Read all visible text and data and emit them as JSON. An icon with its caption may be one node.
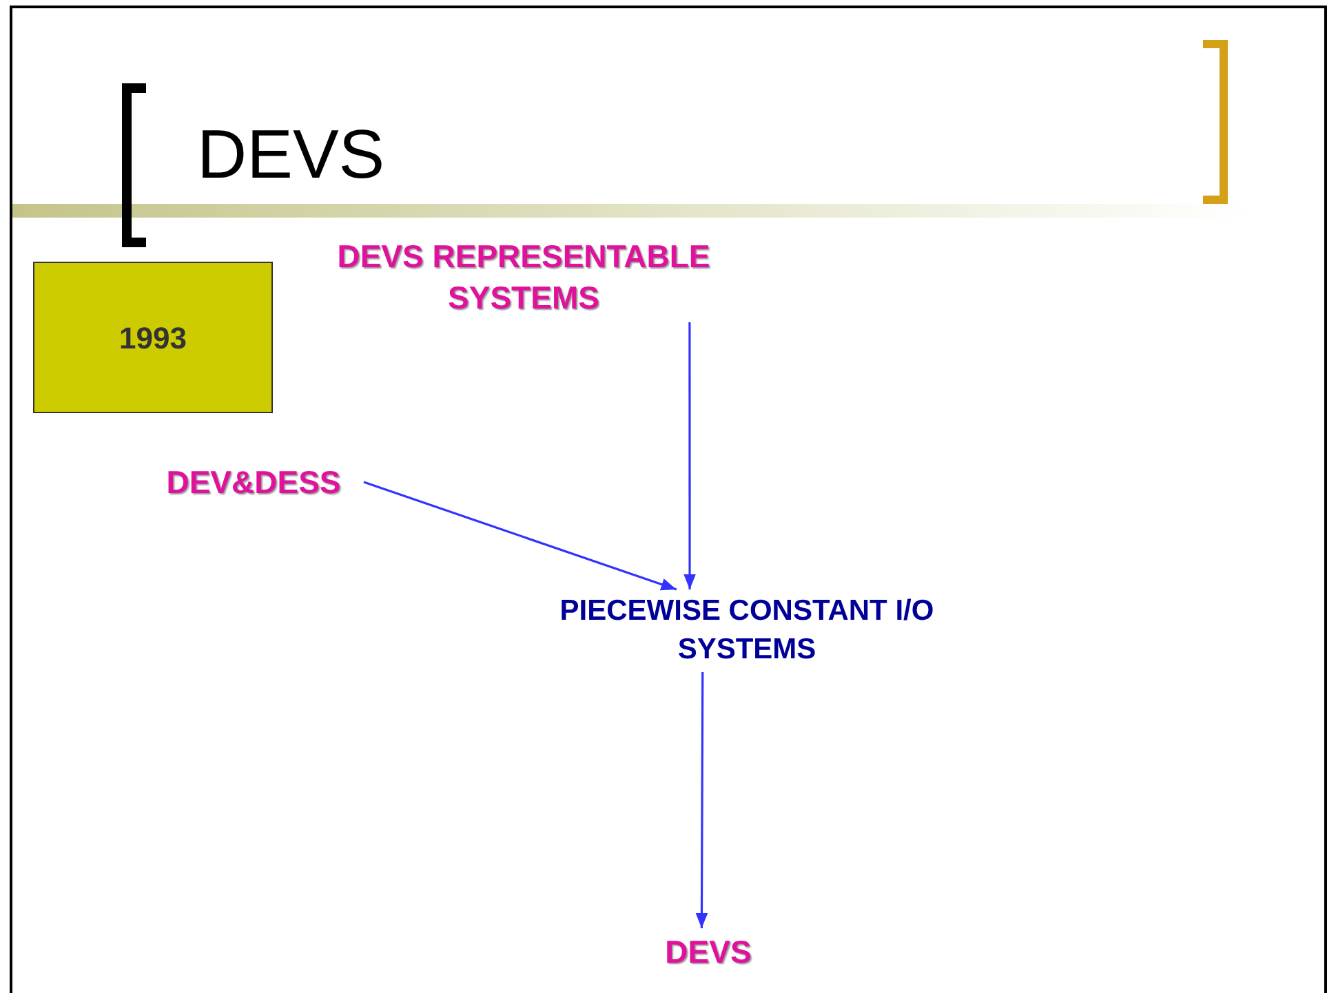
{
  "diagram": {
    "title": "DEVS",
    "nodes": [
      {
        "text": [
          "1993"
        ]
      },
      {
        "text": [
          "DEVS REPRESENTABLE SYSTEMS"
        ]
      },
      {
        "text": [
          "DEV&DESS"
        ]
      },
      {
        "text": [
          "PIECEWISE CONSTANT I/O SYSTEMS"
        ]
      },
      {
        "text": [
          "DEVS"
        ]
      }
    ],
    "edges": [
      {
        "from": 1,
        "to": 3,
        "arrow": "to"
      },
      {
        "from": 2,
        "to": 3,
        "arrow": "to"
      },
      {
        "from": 3,
        "to": 4,
        "arrow": "to"
      }
    ]
  }
}
